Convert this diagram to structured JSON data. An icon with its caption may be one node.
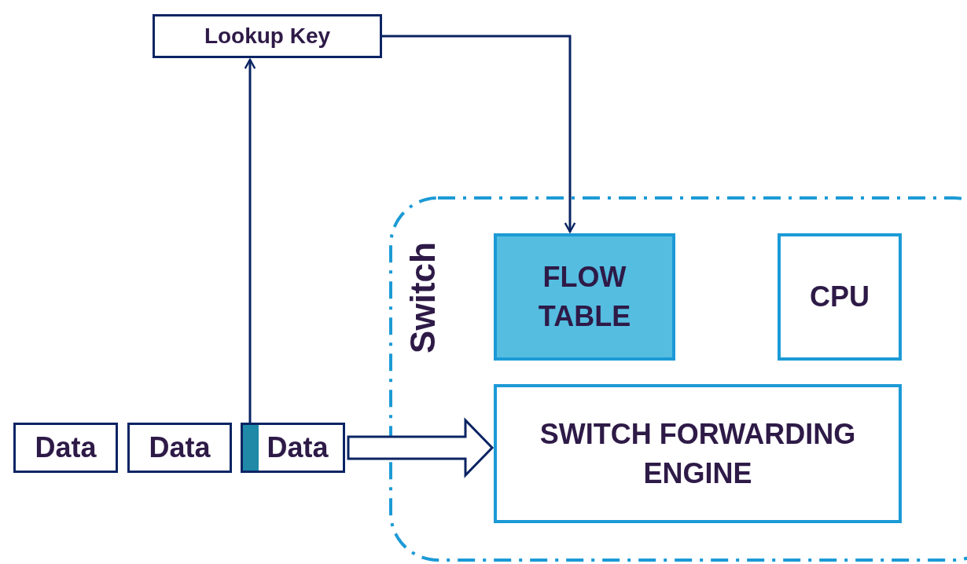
{
  "diagram": {
    "nodes": [
      {
        "text": [
          "Lookup Key"
        ]
      },
      {
        "text": [
          "Switch"
        ]
      },
      {
        "text": [
          "FLOW TABLE"
        ],
        "in": 1
      },
      {
        "text": [
          "CPU"
        ],
        "in": 1
      },
      {
        "text": [
          "SWITCH FORWARDING ENGINE"
        ],
        "in": 1
      },
      {
        "text": [
          "Data"
        ]
      },
      {
        "text": [
          "Data"
        ]
      },
      {
        "text": [
          "Data"
        ]
      }
    ],
    "edges": [
      {
        "from": 7,
        "to": 0,
        "arrow": "to"
      },
      {
        "from": 0,
        "to": 2,
        "arrow": "to"
      },
      {
        "from": 7,
        "to": 4,
        "arrow": "to",
        "style": "thick"
      }
    ]
  }
}
